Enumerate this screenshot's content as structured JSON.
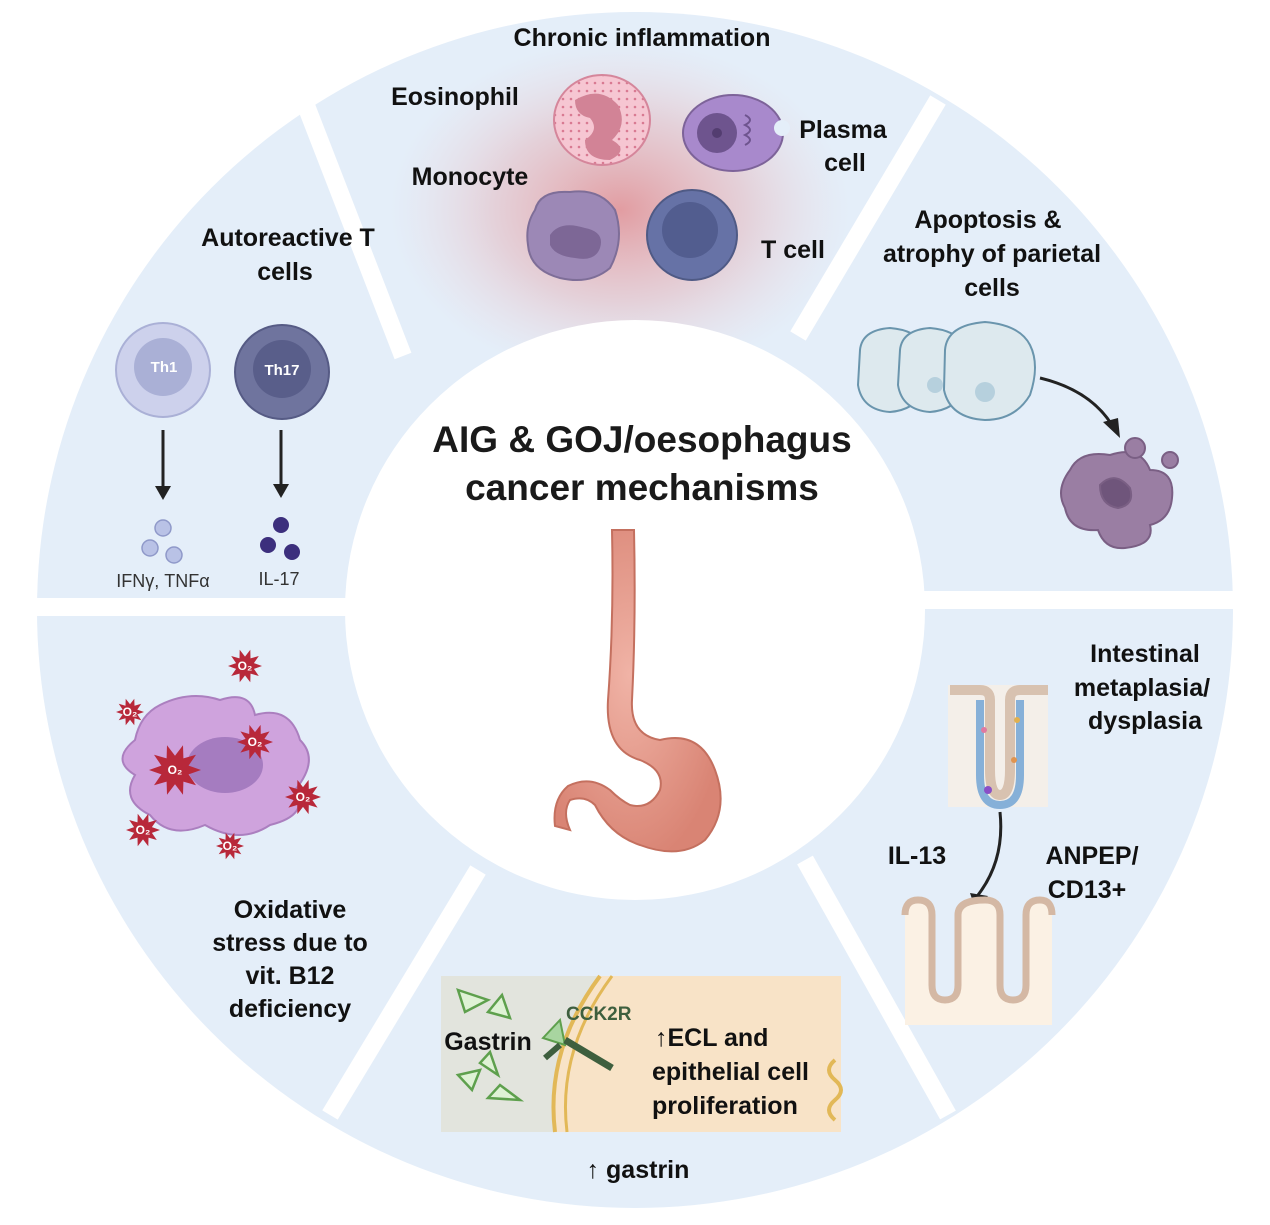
{
  "title": {
    "line1": "AIG & GOJ/oesophagus",
    "line2": "cancer mechanisms"
  },
  "segments": {
    "inflammation": {
      "title": "Chronic inflammation",
      "eosinophil": "Eosinophil",
      "monocyte": "Monocyte",
      "plasma_line1": "Plasma",
      "plasma_line2": "cell",
      "tcell": "T cell"
    },
    "apoptosis": {
      "line1": "Apoptosis &",
      "line2": "atrophy of parietal",
      "line3": "cells"
    },
    "metaplasia": {
      "line1": "Intestinal",
      "line2": "metaplasia/",
      "line3": "dysplasia",
      "il13": "IL-13",
      "anpep_line1": "ANPEP/",
      "anpep_line2": "CD13+"
    },
    "gastrin": {
      "title": "↑ gastrin",
      "gastrin_label": "Gastrin",
      "receptor": "CCK2R",
      "prolif_line1": "↑ECL and",
      "prolif_line2": "epithelial cell",
      "prolif_line3": "proliferation"
    },
    "oxidative": {
      "line1": "Oxidative",
      "line2": "stress due to",
      "line3": "vit. B12",
      "line4": "deficiency",
      "o2_label": "O₂"
    },
    "tcells": {
      "line1": "Autoreactive T",
      "line2": "cells",
      "th1": "Th1",
      "th17": "Th17",
      "th1_cytokines": "IFNγ, TNFα",
      "th17_cytokines": "IL-17"
    }
  },
  "colors": {
    "segment_bg": "#e4eef9",
    "center_bg": "#ffffff",
    "stomach": "#e8a192",
    "inflammation_glow": "#e05a5a",
    "oxidative_cell": "#cfa3dd",
    "star": "#b8283a",
    "th1": "#cdd1ec",
    "th17": "#6f749e"
  },
  "icons": [
    "eosinophil-icon",
    "plasma-cell-icon",
    "monocyte-icon",
    "t-cell-icon",
    "parietal-cell-icon",
    "apoptotic-cell-icon",
    "crypt-icon",
    "villi-icon",
    "gastrin-triangle-icon",
    "receptor-icon",
    "stomach-icon",
    "oxidative-cell-icon",
    "o2-star-icon",
    "th1-cell-icon",
    "th17-cell-icon",
    "cytokine-icon"
  ]
}
